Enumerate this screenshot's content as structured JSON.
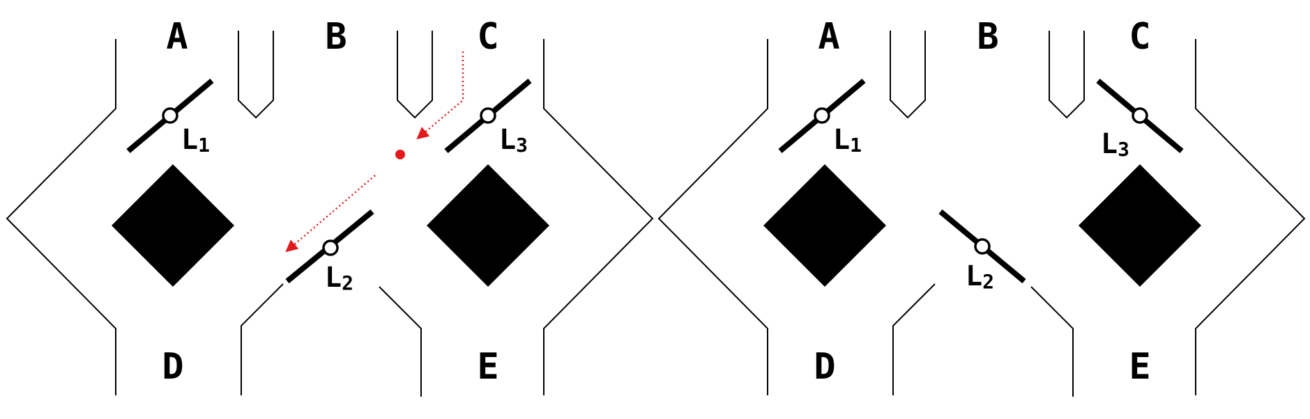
{
  "panels": [
    {
      "id": "left",
      "inputs": [
        "A",
        "B",
        "C"
      ],
      "outputs": [
        "D",
        "E"
      ],
      "levers": [
        {
          "name": "L",
          "sub": "1",
          "orientation": "up-right"
        },
        {
          "name": "L",
          "sub": "2",
          "orientation": "up-right"
        },
        {
          "name": "L",
          "sub": "3",
          "orientation": "up-right"
        }
      ],
      "ball_color": "#e3191c"
    },
    {
      "id": "right",
      "inputs": [
        "A",
        "B",
        "C"
      ],
      "outputs": [
        "D",
        "E"
      ],
      "levers": [
        {
          "name": "L",
          "sub": "1",
          "orientation": "up-right"
        },
        {
          "name": "L",
          "sub": "2",
          "orientation": "down-right"
        },
        {
          "name": "L",
          "sub": "3",
          "orientation": "down-right"
        }
      ]
    }
  ],
  "colors": {
    "ball": "#e3191c",
    "structure": "#000000"
  }
}
